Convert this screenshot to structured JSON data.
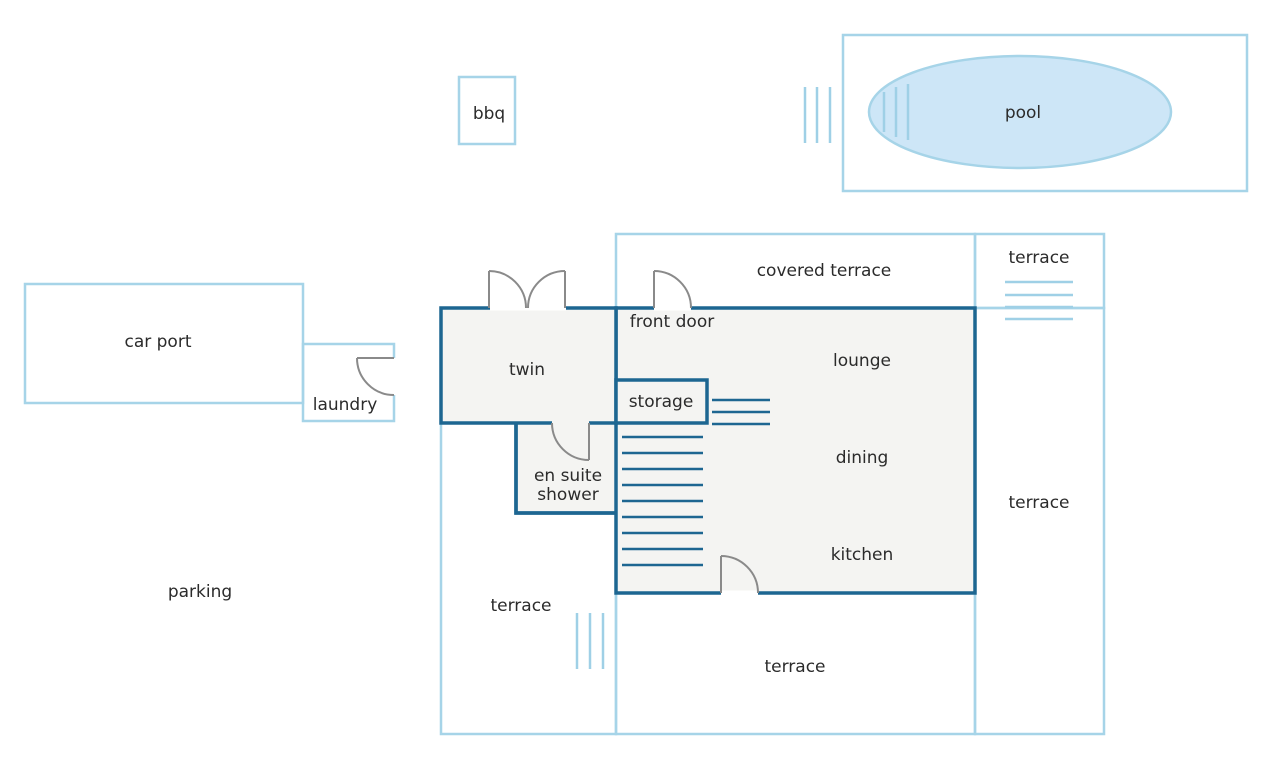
{
  "plan": {
    "labels": {
      "bbq": "bbq",
      "pool": "pool",
      "car_port": "car port",
      "laundry": "laundry",
      "covered_terrace": "covered terrace",
      "terrace_top_right": "terrace",
      "front_door": "front door",
      "twin": "twin",
      "lounge": "lounge",
      "storage": "storage",
      "dining": "dining",
      "en_suite_line1": "en suite",
      "en_suite_line2": "shower",
      "kitchen": "kitchen",
      "terrace_right": "terrace",
      "parking": "parking",
      "terrace_left": "terrace",
      "terrace_bottom": "terrace"
    },
    "colors": {
      "outline_light": "#a6d4e8",
      "wall_dark": "#1d6691",
      "interior_fill": "#f4f4f2",
      "pool_water": "#cde6f7",
      "door_swing": "#8a8a8a",
      "text": "#2b2b2b"
    }
  }
}
